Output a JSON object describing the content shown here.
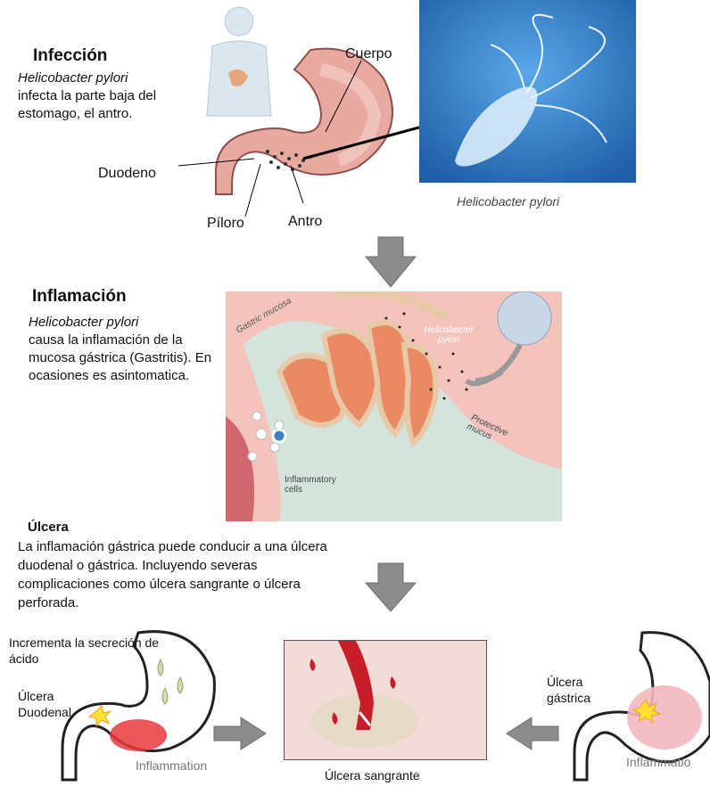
{
  "section1": {
    "title": "Infección",
    "desc_italic": "Helicobacter pylori",
    "desc_rest": "infecta la parte baja del estomago, el antro.",
    "labels": {
      "cuerpo": "Cuerpo",
      "duodeno": "Duodeno",
      "piloro": "Píloro",
      "antro": "Antro"
    },
    "photo_caption": "Helicobacter pylori"
  },
  "section2": {
    "title": "Inflamación",
    "desc_italic": "Helicobacter pylori",
    "desc_rest": "causa la inflamación de la mucosa gástrica (Gastritis). En ocasiones es asintomatica.",
    "labels": {
      "gastric_mucosa": "Gastric mucosa",
      "helicobacter": "Helicobacter pylori",
      "protective_mucus": "Protective mucus",
      "inflammatory_cells": "Inflammatory cells"
    }
  },
  "section3": {
    "title": "Úlcera",
    "desc": "La inflamación gástrica puede conducir a una úlcera duodenal o gástrica. Incluyendo severas complicaciones como úlcera sangrante o úlcera perforada.",
    "left_labels": {
      "acid": "Incrementa la secreción de ácido",
      "duodenal": "Úlcera Duodenal",
      "inflammation": "Inflammation"
    },
    "center_caption": "Úlcera sangrante",
    "right_labels": {
      "gastric": "Úlcera gástrica",
      "inflammation": "Inflammatio"
    }
  },
  "colors": {
    "arrow": "#8c8c8c",
    "stomach": "#e6a09a",
    "bacteria_bg": "#3d8fd6",
    "mucosa_bg": "#f7c7c0"
  }
}
